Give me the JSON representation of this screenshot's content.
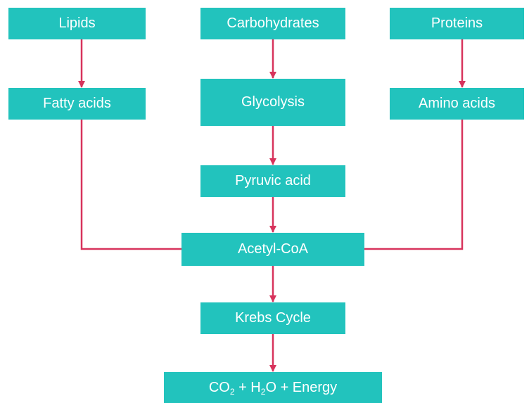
{
  "diagram": {
    "colors": {
      "box_fill": "#22c3bd",
      "box_text": "#ffffff",
      "connector": "#d7335c"
    },
    "nodes": {
      "lipids": "Lipids",
      "carbohydrates": "Carbohydrates",
      "proteins": "Proteins",
      "fatty_acids": "Fatty acids",
      "glycolysis": "Glycolysis",
      "amino_acids": "Amino acids",
      "pyruvic_acid": "Pyruvic acid",
      "acetyl_coa": "Acetyl-CoA",
      "krebs_cycle": "Krebs Cycle",
      "final_products": {
        "co": "CO",
        "co_sub": "2",
        "plus_h": " + H",
        "h_sub": "2",
        "o_energy": "O + Energy"
      }
    },
    "edges": [
      {
        "from": "lipids",
        "to": "fatty_acids"
      },
      {
        "from": "carbohydrates",
        "to": "glycolysis"
      },
      {
        "from": "proteins",
        "to": "amino_acids"
      },
      {
        "from": "glycolysis",
        "to": "pyruvic_acid"
      },
      {
        "from": "pyruvic_acid",
        "to": "acetyl_coa"
      },
      {
        "from": "fatty_acids",
        "to": "acetyl_coa"
      },
      {
        "from": "amino_acids",
        "to": "acetyl_coa"
      },
      {
        "from": "acetyl_coa",
        "to": "krebs_cycle"
      },
      {
        "from": "krebs_cycle",
        "to": "final_products"
      }
    ]
  }
}
